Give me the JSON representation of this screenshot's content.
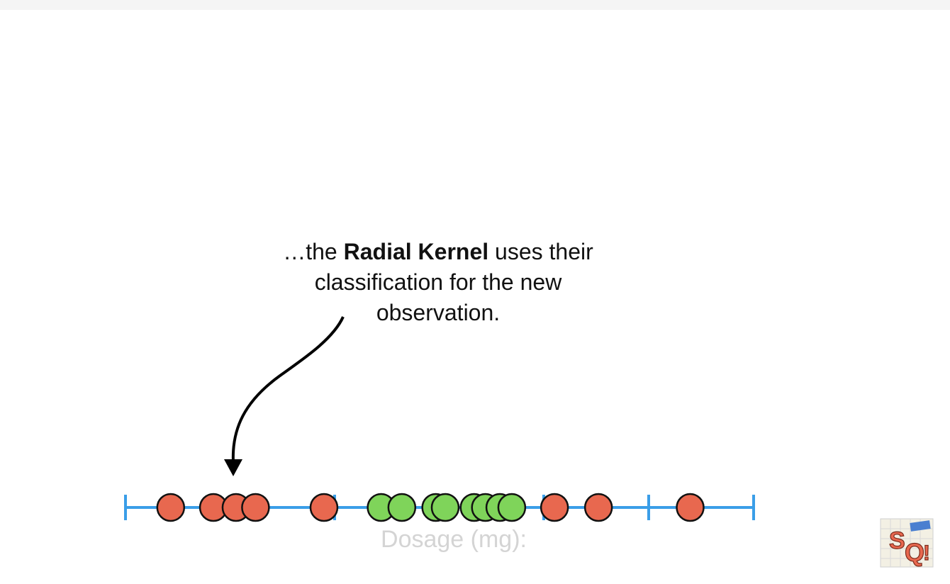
{
  "caption": {
    "prefix": "…the ",
    "bold": "Radial Kernel",
    "suffix_line1": " uses their",
    "line2": "classification for the new",
    "line3": "observation."
  },
  "axis": {
    "label": "Dosage (mg):",
    "line_color": "#3a9ee8",
    "label_color": "#d4d4d4"
  },
  "observations": [
    {
      "class": "red",
      "pos": 0.072
    },
    {
      "class": "red",
      "pos": 0.14
    },
    {
      "class": "red",
      "pos": 0.176
    },
    {
      "class": "red",
      "pos": 0.207
    },
    {
      "class": "red",
      "pos": 0.316
    },
    {
      "class": "green",
      "pos": 0.407
    },
    {
      "class": "green",
      "pos": 0.44
    },
    {
      "class": "green",
      "pos": 0.494
    },
    {
      "class": "green",
      "pos": 0.509
    },
    {
      "class": "green",
      "pos": 0.555
    },
    {
      "class": "green",
      "pos": 0.573
    },
    {
      "class": "green",
      "pos": 0.596
    },
    {
      "class": "green",
      "pos": 0.615
    },
    {
      "class": "red",
      "pos": 0.683
    },
    {
      "class": "red",
      "pos": 0.753
    },
    {
      "class": "red",
      "pos": 0.899
    }
  ],
  "colors": {
    "red": "#e8684f",
    "green": "#7fd45a",
    "outline": "#111111",
    "arrow": "#000000"
  },
  "logo": {
    "text_main": "SQ!",
    "icon": "statquest-logo"
  }
}
